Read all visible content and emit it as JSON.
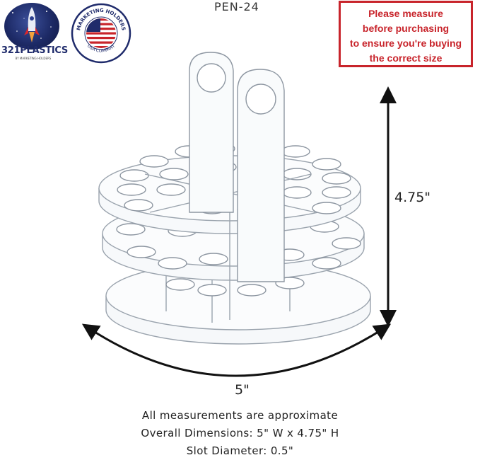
{
  "logos": {
    "brand_text": "321PLASTICS",
    "brand_subtext": "BY MARKETING HOLDERS",
    "seal_top_text": "MARKETING HOLDERS",
    "seal_bottom_text": "USA COMPANY"
  },
  "product_code": "PEN-24",
  "notice": {
    "line1": "Please measure",
    "line2": "before purchasing",
    "line3": "to ensure you're buying",
    "line4": "the correct size",
    "color": "#c8242b"
  },
  "dimensions": {
    "height_label": "4.75\"",
    "width_label": "5\""
  },
  "footer": {
    "line1": "All measurements are approximate",
    "line2": "Overall Dimensions: 5\" W x 4.75\" H",
    "line3": "Slot Diameter: 0.5\""
  }
}
